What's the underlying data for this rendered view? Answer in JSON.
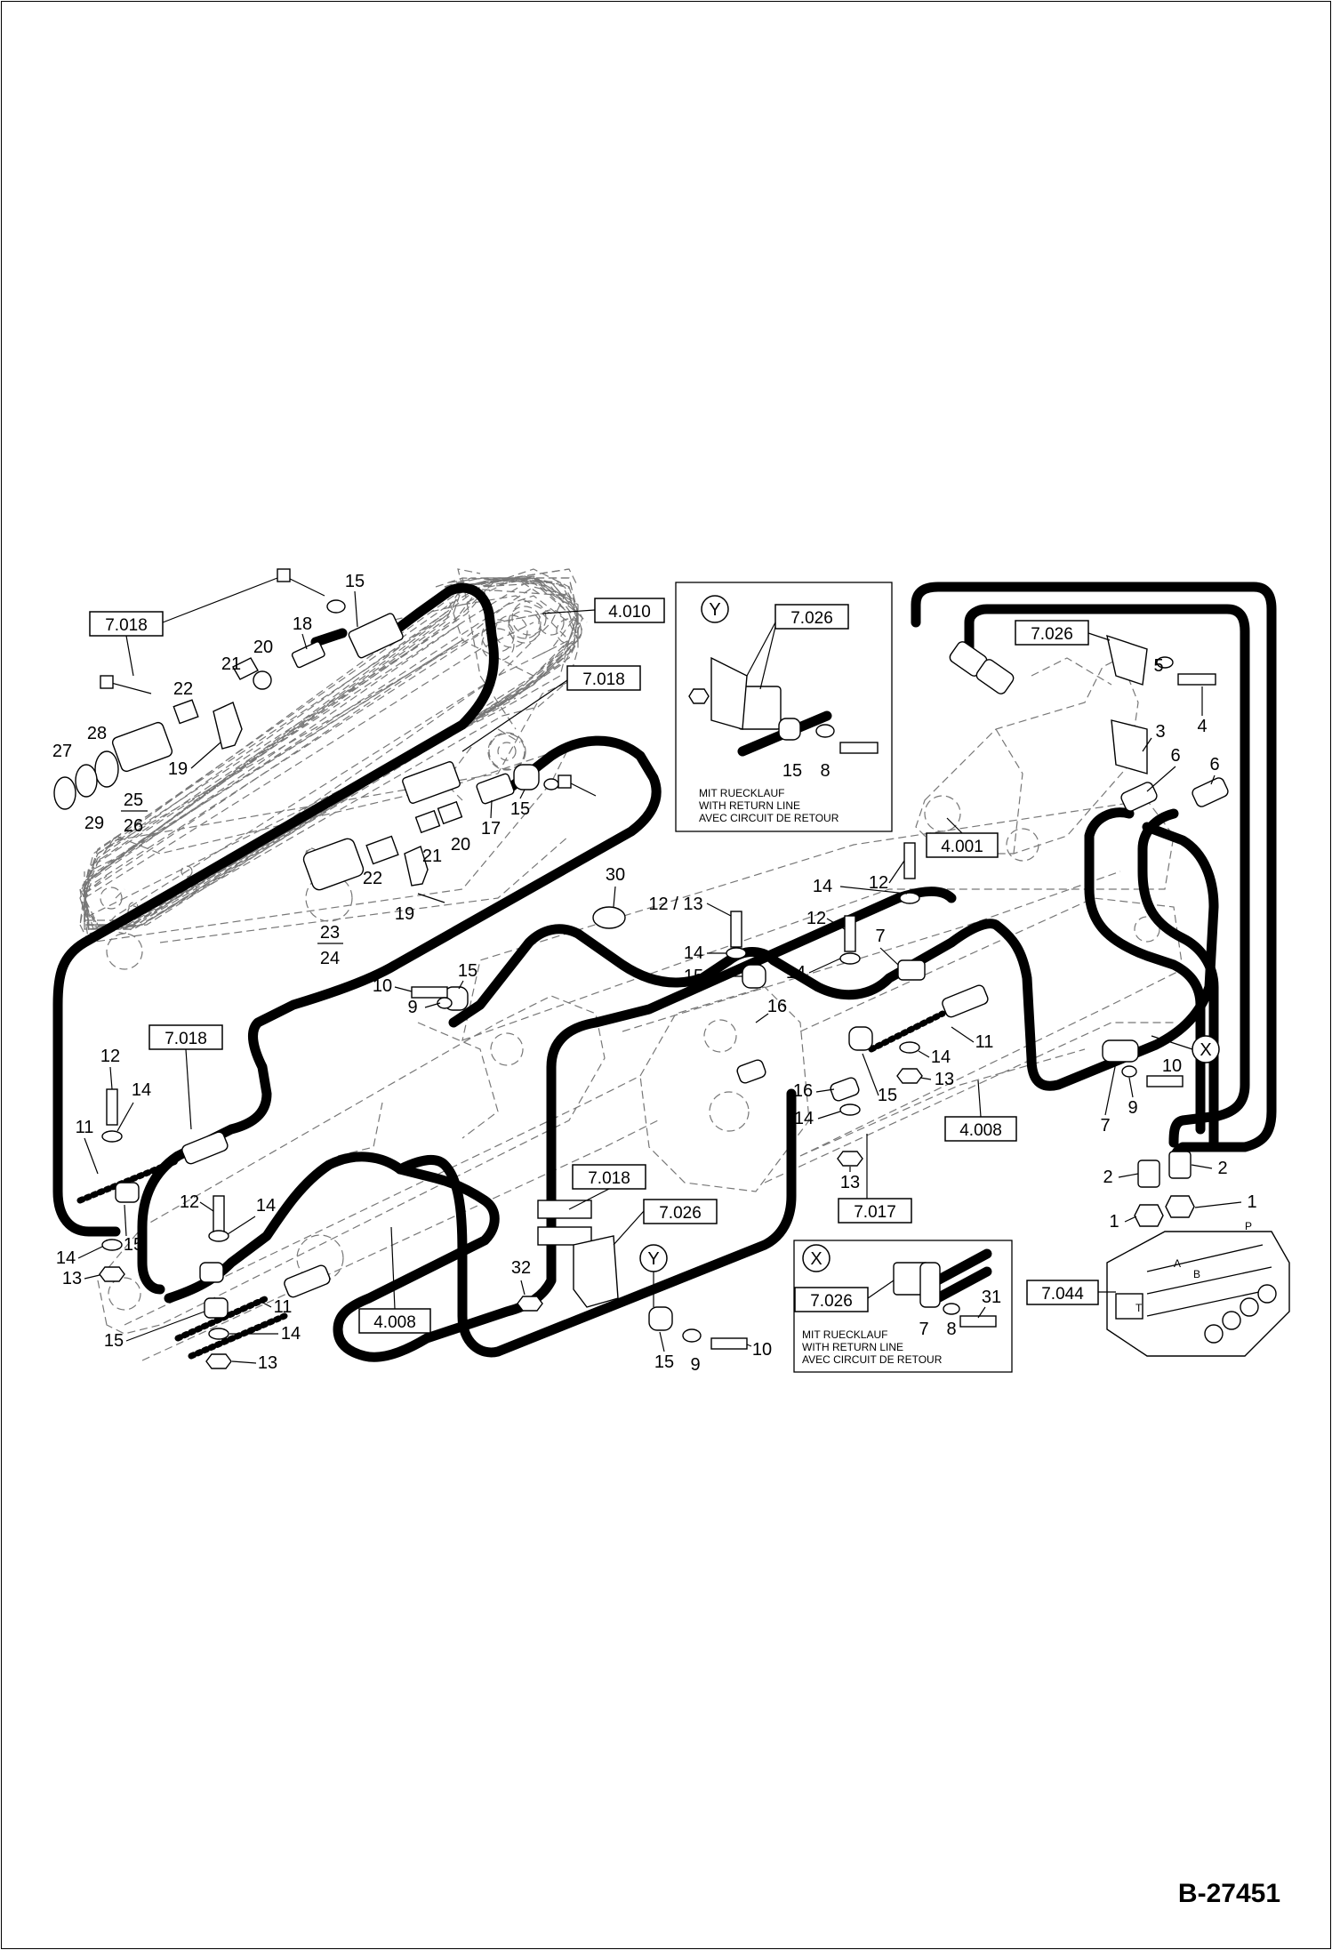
{
  "document_number": "B-27451",
  "reference_boxes": {
    "r7018_top": "7.018",
    "r4010": "4.010",
    "r7018_mid": "7.018",
    "r7026_inset_y": "7.026",
    "r7026_right": "7.026",
    "r4001": "4.001",
    "r7018_left": "7.018",
    "r4008_right": "4.008",
    "r7018_lower": "7.018",
    "r7026_lower": "7.026",
    "r7017": "7.017",
    "r4008_bottom": "4.008",
    "r7026_inset_x": "7.026",
    "r7044": "7.044"
  },
  "detail_markers": {
    "y_inset": "Y",
    "y_main": "Y",
    "x_inset": "X",
    "x_main": "X"
  },
  "inset_note_lines": [
    "MIT RUECKLAUF",
    "WITH RETURN LINE",
    "AVEC CIRCUIT DE RETOUR"
  ],
  "valve_ports": {
    "a": "A",
    "b": "B",
    "t": "T",
    "p": "P"
  },
  "part_numbers": [
    {
      "id": "p15a",
      "text": "15"
    },
    {
      "id": "p18",
      "text": "18"
    },
    {
      "id": "p21a",
      "text": "21"
    },
    {
      "id": "p20a",
      "text": "20"
    },
    {
      "id": "p22a",
      "text": "22"
    },
    {
      "id": "p28",
      "text": "28"
    },
    {
      "id": "p27",
      "text": "27"
    },
    {
      "id": "p29",
      "text": "29"
    },
    {
      "id": "p25",
      "text": "25"
    },
    {
      "id": "p26",
      "text": "26"
    },
    {
      "id": "p19a",
      "text": "19"
    },
    {
      "id": "p17",
      "text": "17"
    },
    {
      "id": "p15b",
      "text": "15"
    },
    {
      "id": "p21b",
      "text": "21"
    },
    {
      "id": "p20b",
      "text": "20"
    },
    {
      "id": "p22b",
      "text": "22"
    },
    {
      "id": "p19b",
      "text": "19"
    },
    {
      "id": "p23",
      "text": "23"
    },
    {
      "id": "p24",
      "text": "24"
    },
    {
      "id": "p15y",
      "text": "15"
    },
    {
      "id": "p8y",
      "text": "8"
    },
    {
      "id": "p5",
      "text": "5"
    },
    {
      "id": "p4",
      "text": "4"
    },
    {
      "id": "p3",
      "text": "3"
    },
    {
      "id": "p6a",
      "text": "6"
    },
    {
      "id": "p6b",
      "text": "6"
    },
    {
      "id": "p30",
      "text": "30"
    },
    {
      "id": "p12_13",
      "text": "12 / 13"
    },
    {
      "id": "p14a",
      "text": "14"
    },
    {
      "id": "p12a",
      "text": "12"
    },
    {
      "id": "p12b",
      "text": "12"
    },
    {
      "id": "p14b",
      "text": "14"
    },
    {
      "id": "p14c",
      "text": "14"
    },
    {
      "id": "p15c",
      "text": "15"
    },
    {
      "id": "p7a",
      "text": "7"
    },
    {
      "id": "p16a",
      "text": "16"
    },
    {
      "id": "p11a",
      "text": "11"
    },
    {
      "id": "p14d",
      "text": "14"
    },
    {
      "id": "p13a",
      "text": "13"
    },
    {
      "id": "p15d",
      "text": "15"
    },
    {
      "id": "p16b",
      "text": "16"
    },
    {
      "id": "p14e",
      "text": "14"
    },
    {
      "id": "p13b",
      "text": "13"
    },
    {
      "id": "p10a",
      "text": "10"
    },
    {
      "id": "p9a",
      "text": "9"
    },
    {
      "id": "p15e",
      "text": "15"
    },
    {
      "id": "p10b",
      "text": "10"
    },
    {
      "id": "p9b",
      "text": "9"
    },
    {
      "id": "p7b",
      "text": "7"
    },
    {
      "id": "p12c",
      "text": "12"
    },
    {
      "id": "p14f",
      "text": "14"
    },
    {
      "id": "p11b",
      "text": "11"
    },
    {
      "id": "p14g",
      "text": "14"
    },
    {
      "id": "p13c",
      "text": "13"
    },
    {
      "id": "p15f",
      "text": "15"
    },
    {
      "id": "p12d",
      "text": "12"
    },
    {
      "id": "p14h",
      "text": "14"
    },
    {
      "id": "p15g",
      "text": "15"
    },
    {
      "id": "p11c",
      "text": "11"
    },
    {
      "id": "p14i",
      "text": "14"
    },
    {
      "id": "p13d",
      "text": "13"
    },
    {
      "id": "p2a",
      "text": "2"
    },
    {
      "id": "p2b",
      "text": "2"
    },
    {
      "id": "p1a",
      "text": "1"
    },
    {
      "id": "p1b",
      "text": "1"
    },
    {
      "id": "p32",
      "text": "32"
    },
    {
      "id": "p15h",
      "text": "15"
    },
    {
      "id": "p9c",
      "text": "9"
    },
    {
      "id": "p10c",
      "text": "10"
    },
    {
      "id": "p7c",
      "text": "7"
    },
    {
      "id": "p8x",
      "text": "8"
    },
    {
      "id": "p31",
      "text": "31"
    }
  ]
}
